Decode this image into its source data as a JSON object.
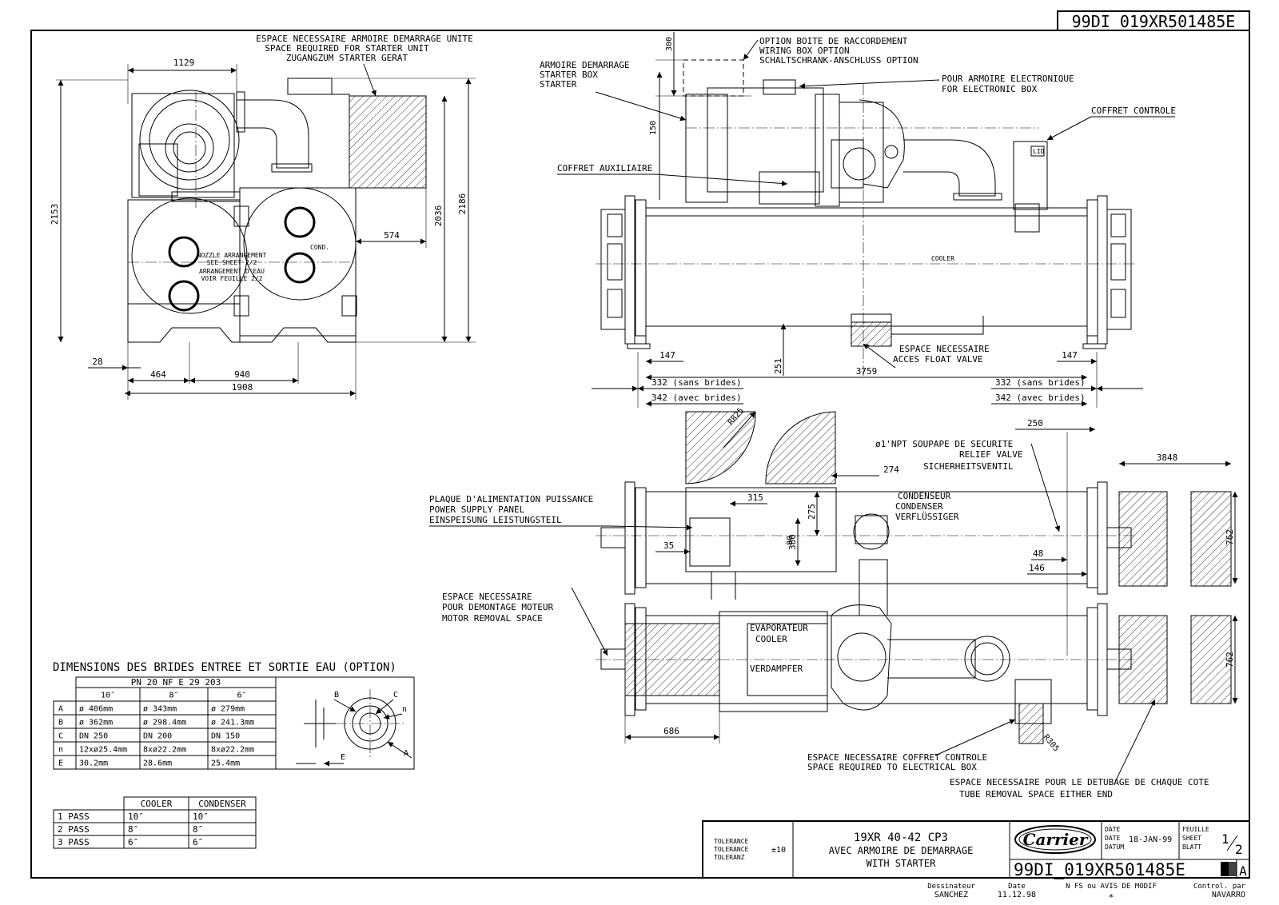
{
  "drawing_number": "99DI_019XR501485E",
  "top_left_view": {
    "note_starter_space": [
      "ESPACE NECESSAIRE ARMOIRE DEMARRAGE UNITE",
      "SPACE REQUIRED FOR STARTER UNIT",
      "ZUGANGZUM STARTER GERAT"
    ],
    "dims": {
      "d1129": "1129",
      "d2153": "2153",
      "d2036": "2036",
      "d2186": "2186",
      "d574": "574",
      "d28": "28",
      "d464": "464",
      "d940": "940",
      "d1908": "1908"
    },
    "nozzle_note": [
      "NOZZLE ARRANGEMENT",
      "SEE SHEET 2/2",
      "ARRANGEMENT D'EAU",
      "VOIR FEUILLE 2/2"
    ],
    "cond_mark": "COND."
  },
  "top_right_view": {
    "option_box": [
      "OPTION BOITE DE RACCORDEMENT",
      "WIRING BOX OPTION",
      "SCHALTSCHRANK-ANSCHLUSS OPTION"
    ],
    "starter_box": [
      "ARMOIRE DEMARRAGE",
      "STARTER BOX",
      "STARTER"
    ],
    "electronic_box": [
      "POUR ARMOIRE ELECTRONIQUE",
      "FOR ELECTRONIC BOX"
    ],
    "coffret_controle": "COFFRET CONTROLE",
    "coffret_auxiliaire": "COFFRET AUXILIAIRE",
    "lid": "LID",
    "cooler_mark": "COOLER",
    "float_valve": [
      "ESPACE NECESSAIRE",
      "ACCES FLOAT VALVE"
    ],
    "dims": {
      "d300": "300",
      "d150": "150",
      "d147a": "147",
      "d147b": "147",
      "d251": "251",
      "d3759": "3759",
      "sans_brides_l": "332 (sans brides)",
      "sans_brides_r": "332 (sans brides)",
      "avec_brides_l": "342 (avec brides)",
      "avec_brides_r": "342 (avec brides)"
    }
  },
  "plan_view": {
    "r825": "R825",
    "power_panel": [
      "PLAQUE D'ALIMENTATION PUISSANCE",
      "POWER SUPPLY PANEL",
      "EINSPEISUNG LEISTUNGSTEIL"
    ],
    "relief_valve": [
      "ø1'NPT SOUPAPE DE SECURITE",
      "RELIEF VALVE",
      "SICHERHEITSVENTIL"
    ],
    "condenser": [
      "CONDENSEUR",
      "CONDENSER",
      "VERFLÜSSIGER"
    ],
    "motor_removal": [
      "ESPACE NECESSAIRE",
      "POUR DEMONTAGE MOTEUR",
      "MOTOR REMOVAL SPACE"
    ],
    "evaporator": [
      "EVAPORATEUR",
      "COOLER",
      "VERDAMPFER"
    ],
    "control_box_space": [
      "ESPACE NECESSAIRE COFFRET CONTROLE",
      "SPACE REQUIRED TO ELECTRICAL BOX"
    ],
    "tube_removal": [
      "ESPACE NECESSAIRE POUR LE DETUBAGE DE CHAQUE COTE",
      "TUBE REMOVAL SPACE EITHER END"
    ],
    "r305": "R305",
    "dims": {
      "d250": "250",
      "d3848": "3848",
      "d274": "274",
      "d315": "315",
      "d275": "275",
      "d380": "380",
      "d80": "80",
      "d35": "35",
      "d48": "48",
      "d146": "146",
      "d762a": "762",
      "d762b": "762",
      "d686": "686"
    }
  },
  "flange_table": {
    "title": "DIMENSIONS DES BRIDES ENTREE ET SORTIE EAU (OPTION)",
    "standard": "PN 20 NF E 29 203",
    "headers": [
      "",
      "10″",
      "8″",
      "6″"
    ],
    "rows": [
      [
        "A",
        "ø 406mm",
        "ø 343mm",
        "ø 279mm"
      ],
      [
        "B",
        "ø 362mm",
        "ø 298.4mm",
        "ø 241.3mm"
      ],
      [
        "C",
        "DN 250",
        "DN 200",
        "DN 150"
      ],
      [
        "n",
        "12xø25.4mm",
        "8xø22.2mm",
        "8xø22.2mm"
      ],
      [
        "E",
        "30.2mm",
        "28.6mm",
        "25.4mm"
      ]
    ],
    "flange_labels": {
      "b": "B",
      "c": "C",
      "n": "n",
      "a": "A",
      "e": "E"
    }
  },
  "pass_table": {
    "headers": [
      "",
      "COOLER",
      "CONDENSER"
    ],
    "rows": [
      [
        "1 PASS",
        "10″",
        "10″"
      ],
      [
        "2 PASS",
        "8″",
        "8″"
      ],
      [
        "3 PASS",
        "6″",
        "6″"
      ]
    ]
  },
  "title_block": {
    "tolerance_labels": [
      "TOLERANCE",
      "TOLERANCE",
      "TOLERANZ"
    ],
    "tolerance_value": "±10",
    "title": [
      "19XR 40-42 CP3",
      "AVEC ARMOIRE DE DEMARRAGE",
      "WITH STARTER"
    ],
    "logo": "Carrier",
    "date_labels": [
      "DATE",
      "DATE",
      "DATUM"
    ],
    "date_value": "18-JAN-99",
    "sheet_labels": [
      "FEUILLE",
      "SHEET",
      "BLATT"
    ],
    "sheet_num": "1",
    "sheet_den": "2",
    "drawing_number": "99DI_019XR501485E",
    "revision": "A",
    "footer": {
      "dessinateur_label": "Dessinateur",
      "dessinateur": "SANCHEZ",
      "date_label": "Date",
      "date": "11.12.98",
      "nfs_label": "N FS ou AVIS DE MODIF",
      "nfs": "∗",
      "control_label": "Control. par",
      "control": "NAVARRO"
    }
  }
}
